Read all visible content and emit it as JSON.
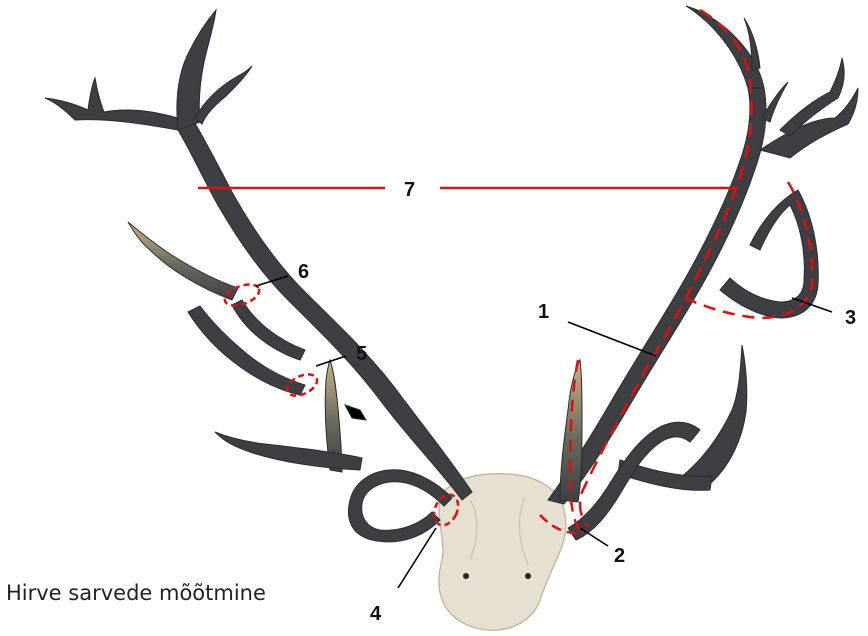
{
  "caption": "Hirve sarvede mõõtmine",
  "labels": {
    "l1": "1",
    "l2": "2",
    "l3": "3",
    "l4": "4",
    "l5": "5",
    "l6": "6",
    "l7": "7"
  },
  "colors": {
    "antler": "#3d3f42",
    "antler_light": "#5c5f62",
    "tine_tip": "#c9b48a",
    "skull": "#e6e0d0",
    "measure_red": "#e01010",
    "leader": "#000000",
    "label_text": "#111111"
  }
}
